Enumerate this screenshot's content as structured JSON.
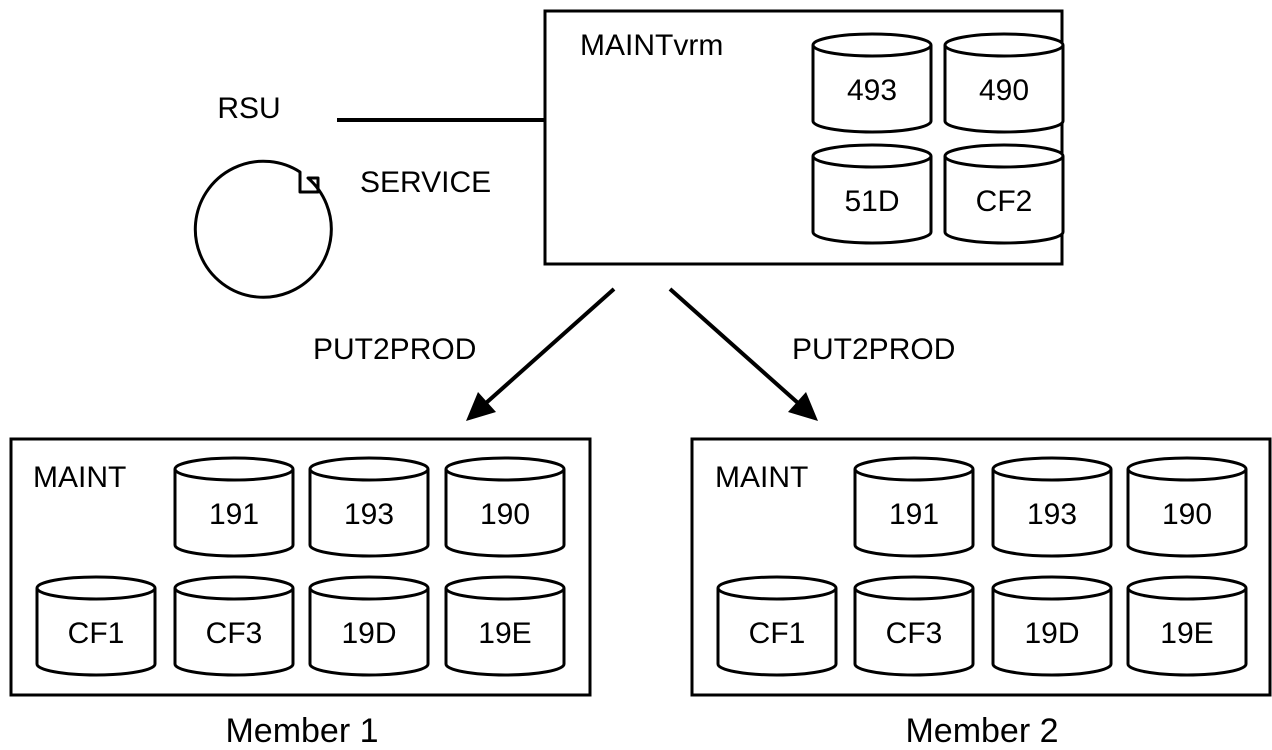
{
  "rsu": {
    "label": "RSU"
  },
  "arrows": {
    "service": "SERVICE",
    "put_left": "PUT2PROD",
    "put_right": "PUT2PROD"
  },
  "maintvrm": {
    "title": "MAINTvrm",
    "disks": [
      "493",
      "490",
      "51D",
      "CF2"
    ]
  },
  "member1": {
    "title": "MAINT",
    "caption": "Member 1",
    "disks_top": [
      "191",
      "193",
      "190"
    ],
    "disks_bottom": [
      "CF1",
      "CF3",
      "19D",
      "19E"
    ]
  },
  "member2": {
    "title": "MAINT",
    "caption": "Member 2",
    "disks_top": [
      "191",
      "193",
      "190"
    ],
    "disks_bottom": [
      "CF1",
      "CF3",
      "19D",
      "19E"
    ]
  }
}
